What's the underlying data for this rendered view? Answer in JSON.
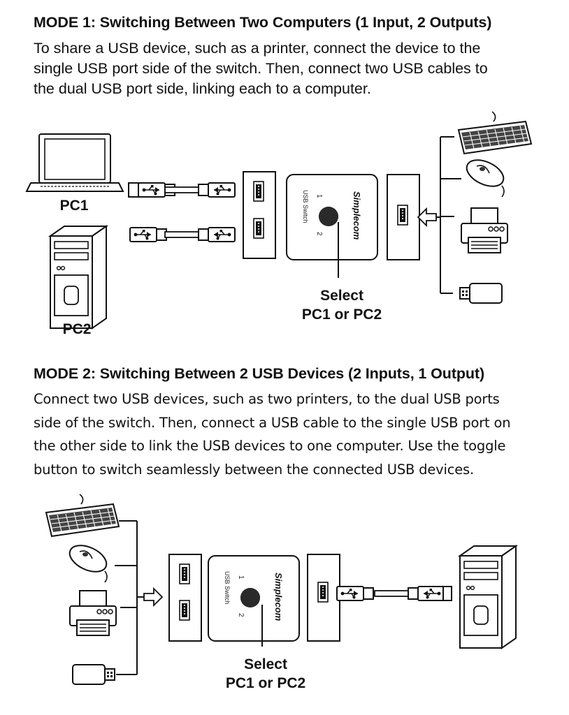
{
  "mode1": {
    "heading": "MODE 1: Switching Between Two Computers (1 Input, 2 Outputs)",
    "body": "To share a USB device, such as a printer, connect the device to the\nsingle USB port side of the switch. Then, connect two USB cables to\nthe dual USB port side, linking each to a computer.",
    "labels": {
      "pc1": "PC1",
      "pc2": "PC2",
      "select_line1": "Select",
      "select_line2": "PC1 or PC2"
    }
  },
  "mode2": {
    "heading": "MODE 2: Switching Between 2 USB Devices (2 Inputs, 1 Output)",
    "body": "Connect two USB devices, such as two printers, to the dual USB ports\nside of the switch. Then, connect a USB cable to the single USB port on\nthe other side to link the USB devices to one computer. Use the toggle\nbutton to switch seamlessly between the connected USB devices.",
    "labels": {
      "select_line1": "Select",
      "select_line2": "PC1 or PC2"
    }
  },
  "switch": {
    "brand": "Simplecom",
    "model": "USB Switch",
    "port1": "1",
    "port2": "2"
  },
  "icons": [
    "laptop-icon",
    "desktop-tower-icon",
    "keyboard-icon",
    "mouse-icon",
    "printer-icon",
    "usb-flash-drive-icon",
    "usb-plug-icon",
    "usb-switch-icon",
    "hollow-arrow-icon"
  ]
}
